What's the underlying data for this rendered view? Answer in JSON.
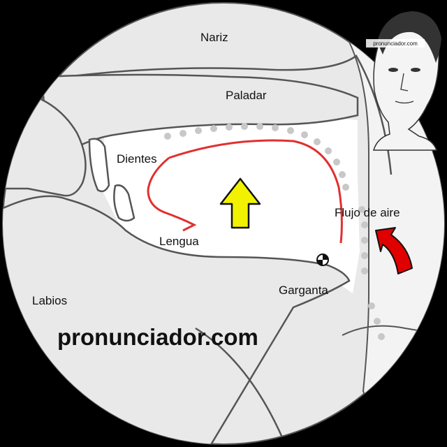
{
  "labels": {
    "nose": "Nariz",
    "palate": "Paladar",
    "teeth": "Dientes",
    "tongue": "Lengua",
    "lips": "Labios",
    "throat": "Garganta",
    "airflow": "Flujo de aire"
  },
  "watermark": "pronunciador.com",
  "portrait_caption": "pronunciador.com",
  "colors": {
    "background": "#000000",
    "head_fill": "#e9e9e9",
    "inner_fill": "#ffffff",
    "outline": "#444444",
    "tongue_position": "#e03030",
    "tongue_arrow": "#f2f200",
    "airflow_arrow": "#e00000",
    "dots": "#c8c8c8"
  },
  "icons": {
    "tongue_arrow": "arrow-up-icon",
    "airflow_arrow": "curved-arrow-up-icon",
    "hinge": "jaw-hinge-icon"
  }
}
